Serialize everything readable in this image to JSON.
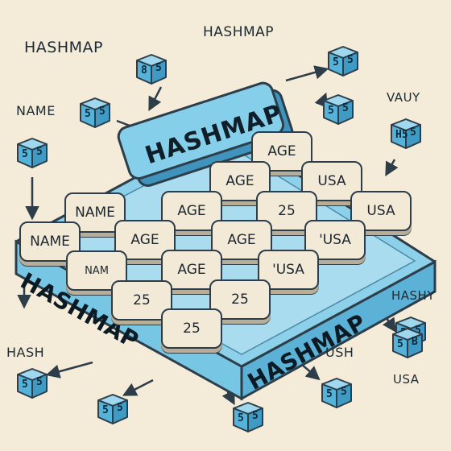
{
  "banner": {
    "text": "HASHMAP"
  },
  "side_front": {
    "text": "HASHMAP"
  },
  "side_right": {
    "text": "HASHMAP"
  },
  "floating_labels": [
    {
      "text": "HASHMAP"
    },
    {
      "text": "HASHMAP"
    },
    {
      "text": "NAME"
    },
    {
      "text": "VAUY"
    },
    {
      "text": "HASHY"
    },
    {
      "text": "HASH"
    },
    {
      "text": "USH"
    },
    {
      "text": "USA"
    }
  ],
  "keys": [
    {
      "text": "AGE"
    },
    {
      "text": "AGE"
    },
    {
      "text": "USA"
    },
    {
      "text": "NAME"
    },
    {
      "text": "AGE"
    },
    {
      "text": "25"
    },
    {
      "text": "USA"
    },
    {
      "text": "NAME"
    },
    {
      "text": "AGE"
    },
    {
      "text": "AGE"
    },
    {
      "text": "'USA"
    },
    {
      "text": "NAM"
    },
    {
      "text": "AGE"
    },
    {
      "text": "'USA"
    },
    {
      "text": "25"
    },
    {
      "text": "25"
    },
    {
      "text": "25"
    }
  ],
  "cubes": [
    {
      "left": "8",
      "right": "5"
    },
    {
      "left": "5",
      "right": "5"
    },
    {
      "left": "5",
      "right": "5"
    },
    {
      "left": "5",
      "right": "5"
    },
    {
      "left": "5",
      "right": "5"
    },
    {
      "left": "H5",
      "right": "5"
    },
    {
      "left": "5",
      "right": "5"
    },
    {
      "left": "5",
      "right": "B"
    },
    {
      "left": "5",
      "right": "5"
    },
    {
      "left": "5",
      "right": "5"
    },
    {
      "left": "5",
      "right": "5"
    },
    {
      "left": "5",
      "right": "5"
    }
  ],
  "colors": {
    "background": "#f4ecd8",
    "tray": "#6cc1e0",
    "key": "#f2ead7",
    "outline": "#2d3e4a"
  }
}
